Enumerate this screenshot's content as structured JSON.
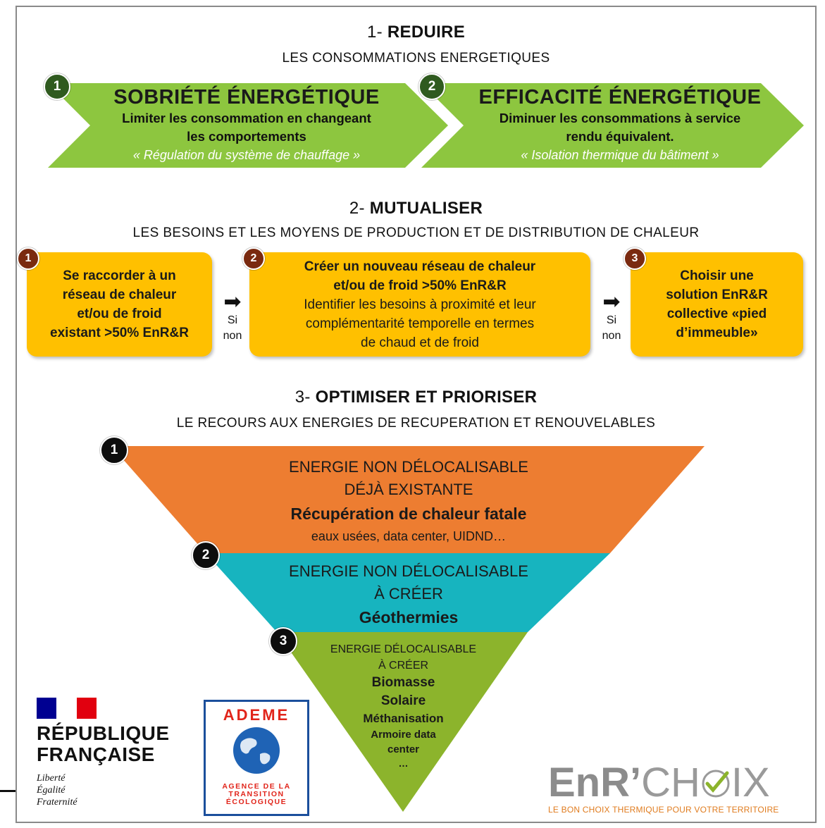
{
  "section1": {
    "number": "1-",
    "title": "REDUIRE",
    "subtitle": "LES CONSOMMATIONS ENERGETIQUES",
    "items": [
      {
        "badge": "1",
        "title": "SOBRIÉTÉ ÉNERGÉTIQUE",
        "line1": "Limiter les consommation en changeant",
        "line2": "les comportements",
        "example": "« Régulation du système de chauffage »"
      },
      {
        "badge": "2",
        "title": "EFFICACITÉ ÉNERGÉTIQUE",
        "line1": "Diminuer les consommations à service",
        "line2": "rendu équivalent.",
        "example": "« Isolation thermique du bâtiment »"
      }
    ],
    "colors": {
      "chevron": "#8dc63f",
      "badge": "#2f5a1f"
    }
  },
  "section2": {
    "number": "2-",
    "title": "MUTUALISER",
    "subtitle": "LES BESOINS ET LES MOYENS DE PRODUCTION ET DE DISTRIBUTION DE CHALEUR",
    "boxes": [
      {
        "badge": "1",
        "line1": "Se raccorder à un",
        "line2": "réseau de chaleur",
        "line3": "et/ou de froid",
        "line4": "existant >50% EnR&R"
      },
      {
        "badge": "2",
        "line1": "Créer un nouveau réseau de chaleur",
        "line2": "et/ou de froid  >50% EnR&R",
        "line3": "Identifier les besoins à proximité et leur",
        "line4": "complémentarité temporelle en termes",
        "line5": "de chaud et de froid"
      },
      {
        "badge": "3",
        "line1": "Choisir une",
        "line2": "solution EnR&R",
        "line3": "collective «pied",
        "line4": "d’immeuble»"
      }
    ],
    "connector": {
      "arrow": "➡",
      "line1": "Si",
      "line2": "non"
    },
    "colors": {
      "box": "#ffc000",
      "badge": "#7a2a10"
    }
  },
  "section3": {
    "number": "3-",
    "title": "OPTIMISER ET PRIORISER",
    "subtitle": "LE RECOURS AUX ENERGIES DE RECUPERATION ET RENOUVELABLES",
    "tiers": [
      {
        "badge": "1",
        "line1": "ENERGIE NON DÉLOCALISABLE",
        "line2": "DÉJÀ EXISTANTE",
        "bold1": "Récupération de chaleur fatale",
        "detail": "eaux usées, data center, UIDND…",
        "color": "#ed7d31"
      },
      {
        "badge": "2",
        "line1": "ENERGIE NON DÉLOCALISABLE",
        "line2": "À CRÉER",
        "bold1": "Géothermies",
        "color": "#17b4bf"
      },
      {
        "badge": "3",
        "line1": "ENERGIE DÉLOCALISABLE",
        "line2": "À CRÉER",
        "bold1": "Biomasse",
        "bold2": "Solaire",
        "bold3": "Méthanisation",
        "bold4": "Armoire data",
        "bold5": "center",
        "bold6": "…",
        "color": "#8cb42c"
      }
    ]
  },
  "logos": {
    "rf": {
      "line1": "RÉPUBLIQUE",
      "line2": "FRANÇAISE",
      "motto1": "Liberté",
      "motto2": "Égalité",
      "motto3": "Fraternité"
    },
    "ademe": {
      "name": "ADEME",
      "sub1": "AGENCE DE LA",
      "sub2": "TRANSITION",
      "sub3": "ÉCOLOGIQUE"
    },
    "enr": {
      "word_bold": "EnR’",
      "word_thin": "CH",
      "word_end": "IX",
      "tagline": "LE BON CHOIX THERMIQUE POUR VOTRE TERRITOIRE"
    }
  }
}
